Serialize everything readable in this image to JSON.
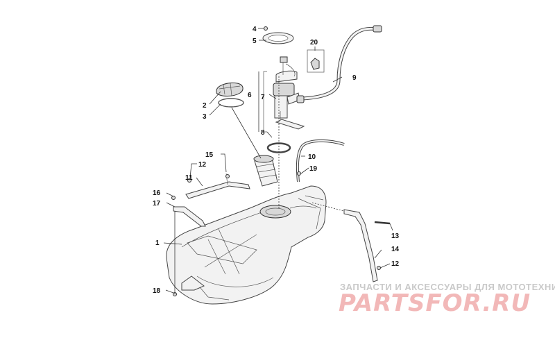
{
  "callouts": {
    "c1": "1",
    "c2": "2",
    "c3": "3",
    "c4": "4",
    "c5": "5",
    "c6": "6",
    "c7": "7",
    "c8": "8",
    "c9": "9",
    "c10": "10",
    "c11": "11",
    "c12a": "12",
    "c12b": "12",
    "c13": "13",
    "c14": "14",
    "c15": "15",
    "c16": "16",
    "c17": "17",
    "c18": "18",
    "c19": "19",
    "c20": "20"
  },
  "watermark": {
    "tagline": "ЗАПЧАСТИ И АКСЕССУАРЫ ДЛЯ МОТОТЕХНИКИ",
    "brand": "PARTSFOR.RU"
  }
}
